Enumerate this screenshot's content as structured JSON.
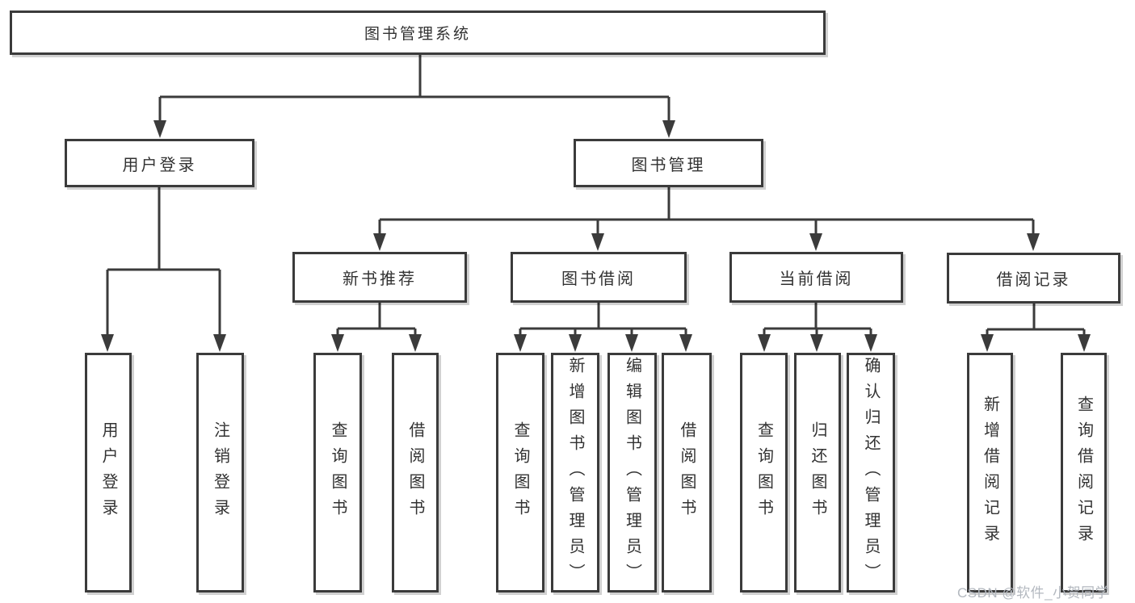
{
  "diagram": {
    "root": "图书管理系统",
    "level2": {
      "user_login": "用户登录",
      "book_mgmt": "图书管理"
    },
    "level3": {
      "new_book": "新书推荐",
      "book_borrow": "图书借阅",
      "current_borrow": "当前借阅",
      "borrow_record": "借阅记录"
    },
    "leaves": {
      "user_login": [
        "用户登录",
        "注销登录"
      ],
      "new_book": [
        "查询图书",
        "借阅图书"
      ],
      "book_borrow": [
        "查询图书",
        "新增图书（管理员）",
        "编辑图书（管理员）",
        "借阅图书"
      ],
      "current_borrow": [
        "查询图书",
        "归还图书",
        "确认归还（管理员）"
      ],
      "borrow_record": [
        "新增借阅记录",
        "查询借阅记录"
      ]
    },
    "watermark": "CSDN @软件_小贺同学"
  },
  "colors": {
    "line": "#3b3b3b",
    "border": "#3b3b3b",
    "fill": "#ffffff",
    "text": "#323232",
    "watermark": "#b3b8bf",
    "background": "#ffffff"
  }
}
